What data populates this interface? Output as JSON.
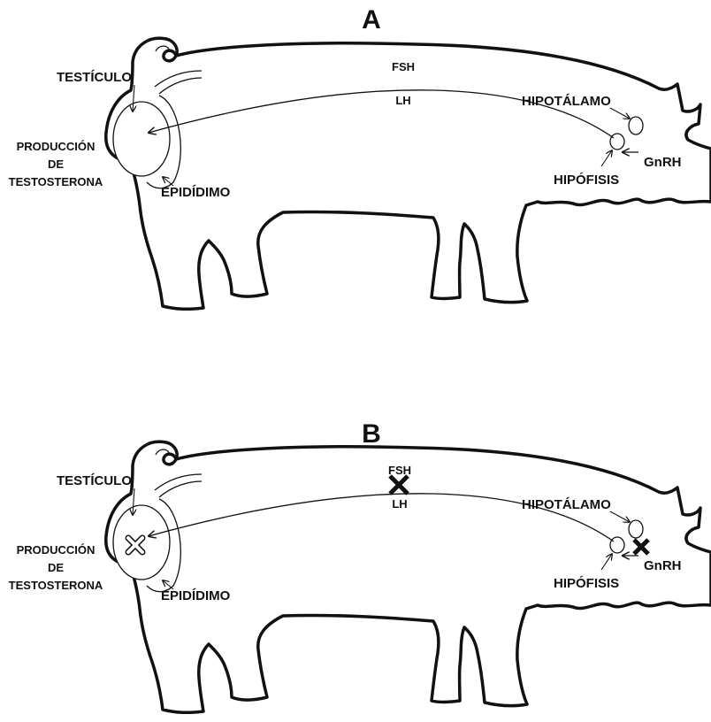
{
  "panels": [
    {
      "title": "A",
      "labels": {
        "testicle": "TESTÍCULO",
        "production_line1": "PRODUCCIÓN",
        "production_line2": "DE",
        "production_line3": "TESTOSTERONA",
        "epididymis": "EPIDÍDIMO",
        "fsh": "FSH",
        "lh": "LH",
        "hypothalamus": "HIPOTÁLAMO",
        "pituitary": "HIPÓFISIS",
        "gnrh": "GnRH"
      },
      "blocked": false
    },
    {
      "title": "B",
      "labels": {
        "testicle": "TESTÍCULO",
        "production_line1": "PRODUCCIÓN",
        "production_line2": "DE",
        "production_line3": "TESTOSTERONA",
        "epididymis": "EPIDÍDIMO",
        "fsh": "FSH",
        "lh": "LH",
        "hypothalamus": "HIPOTÁLAMO",
        "pituitary": "HIPÓFISIS",
        "gnrh": "GnRH"
      },
      "blocked": true,
      "block_marks": [
        "fsh-lh-pathway-cross",
        "gnrh-cross",
        "testosterone-production-cross"
      ]
    }
  ]
}
